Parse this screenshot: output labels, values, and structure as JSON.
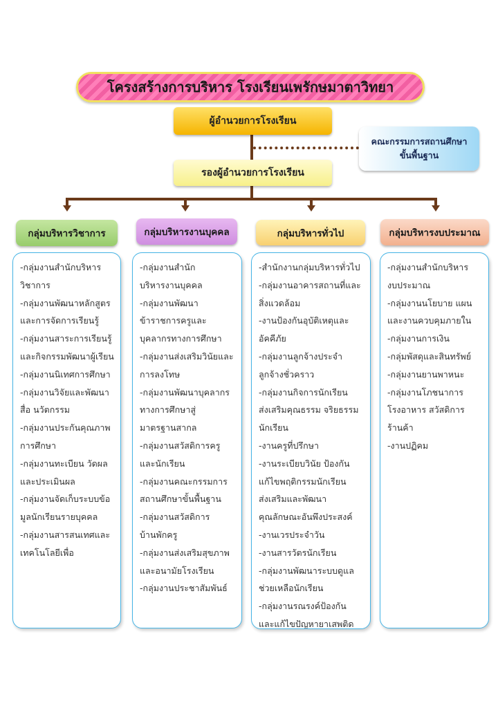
{
  "title": "โครงสร้างการบริหาร โรงเรียนเพรักษมาตาวิทยา",
  "director": "ผู้อำนวยการโรงเรียน",
  "deputy": "รองผู้อำนวยการโรงเรียน",
  "committee": {
    "line1": "คณะกรรมการสถานศึกษา",
    "line2": "ขั้นพื้นฐาน"
  },
  "groups": [
    {
      "label": "กลุ่มบริหารวิชาการ",
      "items": [
        "-กลุ่มงานสำนักบริหาร\nวิชาการ",
        "-กลุ่มงานพัฒนาหลักสูตร\nและการจัดการเรียนรู้",
        "-กลุ่มงานสาระการเรียนรู้\nและกิจกรรมพัฒนาผู้เรียน",
        "-กลุ่มงานนิเทศการศึกษา",
        "-กลุ่มงานวิจัยและพัฒนา\nสื่อ นวัตกรรม",
        "-กลุ่มงานประกันคุณภาพ\nการศึกษา",
        "-กลุ่มงานทะเบียน วัดผล\nและประเมินผล",
        "-กลุ่มงานจัดเก็บระบบข้อ\nมูลนักเรียนรายบุคคล",
        "-กลุ่มงานสารสนเทศและ\nเทคโนโลยีเพื่อ"
      ]
    },
    {
      "label": "กลุ่มบริหารงานบุคคล",
      "items": [
        "-กลุ่มงานสำนัก\nบริหารงานบุคคล",
        "-กลุ่มงานพัฒนา\nข้าราชการครูและ\nบุคลากรทางการศึกษา",
        "-กลุ่มงานส่งเสริมวินัยและ\nการลงโทษ",
        "-กลุ่มงานพัฒนาบุคลากร\nทางการศึกษาสู่\nมาตรฐานสากล",
        "-กลุ่มงานสวัสดิการครู\nและนักเรียน",
        "-กลุ่มงานคณะกรรมการ\nสถานศึกษาขั้นพื้นฐาน",
        "-กลุ่มงานสวัสดิการ\nบ้านพักครู",
        "-กลุ่มงานส่งเสริมสุขภาพ\nและอนามัยโรงเรียน",
        "-กลุ่มงานประชาสัมพันธ์"
      ]
    },
    {
      "label": "กลุ่มบริหารทั่วไป",
      "items": [
        "-สำนักงานกลุ่มบริหารทั่วไป",
        "-กลุ่มงานอาคารสถานที่และ\nสิ่งแวดล้อม",
        "-งานป้องกันอุบัติเหตุและ\nอัคคีภัย",
        "-กลุ่มงานลูกจ้างประจำ\nลูกจ้างชั่วคราว",
        "-กลุ่มงานกิจการนักเรียน\nส่งเสริมคุณธรรม จริยธรรม\nนักเรียน",
        "-งานครูที่ปรึกษา",
        "-งานระเบียบวินัย ป้องกัน\nแก้ไขพฤติกรรมนักเรียน\nส่งเสริมและพัฒนา\nคุณลักษณะอันพึงประสงค์",
        "-งานเวรประจำวัน",
        "-งานสารวัตรนักเรียน",
        "-กลุ่มงานพัฒนาระบบดูแล\nช่วยเหลือนักเรียน",
        "-กลุ่มงานรณรงค์ป้องกัน\nและแก้ไขปัญหายาเสพติด"
      ]
    },
    {
      "label": "กลุ่มบริหารงบประมาณ",
      "items": [
        "-กลุ่มงานสำนักบริหาร\nงบประมาณ",
        "-กลุ่มงานนโยบาย แผน\nและงานควบคุมภายใน",
        "-กลุ่มงานการเงิน",
        "-กลุ่มพัสดุและสินทรัพย์",
        "-กลุ่มงานยานพาหนะ",
        "-กลุ่มงานโภชนาการ\nโรงอาหาร สวัสดิการ\nร้านค้า",
        "-งานปฏิคม"
      ]
    }
  ]
}
